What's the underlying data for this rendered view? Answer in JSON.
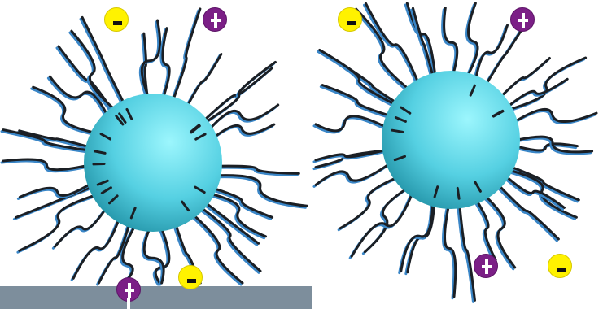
{
  "diagram": {
    "panels": [
      {
        "name": "micelle-left"
      },
      {
        "name": "micelle-right"
      }
    ],
    "ions": {
      "negative_symbol": "minus",
      "positive_symbol": "plus"
    },
    "colors": {
      "background": "#7d8e9c",
      "panel": "#ffffff",
      "sphere_light": "#8ff2fb",
      "sphere_dark": "#2aa8bb",
      "tail_dark": "#1b1f24",
      "tail_blue": "#3a86c7",
      "negative_ion": "#fff200",
      "positive_ion": "#7b1f86"
    }
  }
}
